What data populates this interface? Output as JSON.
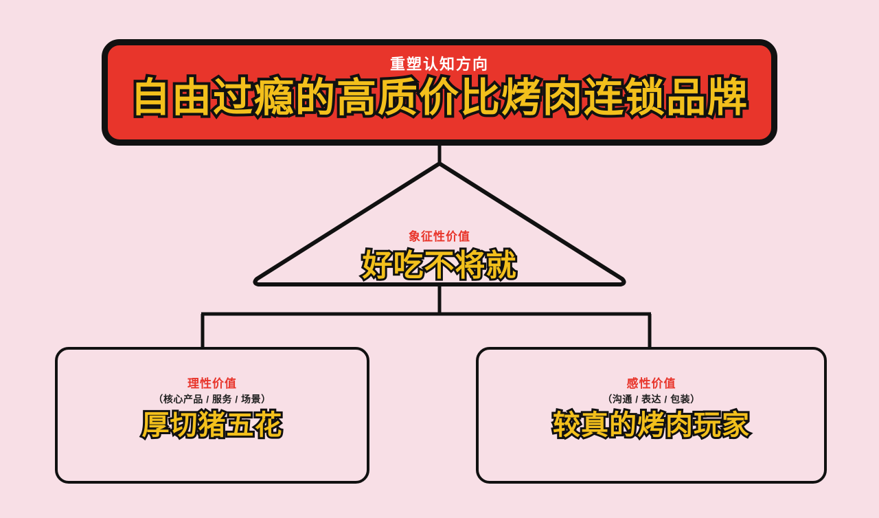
{
  "theme": {
    "background_color": "#F8DFE6",
    "accent_red": "#E8352B",
    "accent_yellow": "#F3C01C",
    "outline_black": "#111111",
    "white": "#FFFFFF"
  },
  "banner": {
    "eyebrow": "重塑认知方向",
    "headline": "自由过瘾的高质价比烤肉连锁品牌"
  },
  "triangle": {
    "label": "象征性价值",
    "headline": "好吃不将就"
  },
  "cards": [
    {
      "id": "rational",
      "label": "理性价值",
      "subtitle": "（核心产品 / 服务 / 场景）",
      "headline": "厚切猪五花"
    },
    {
      "id": "emotional",
      "label": "感性价值",
      "subtitle": "（沟通 / 表达 / 包装）",
      "headline": "较真的烤肉玩家"
    }
  ]
}
